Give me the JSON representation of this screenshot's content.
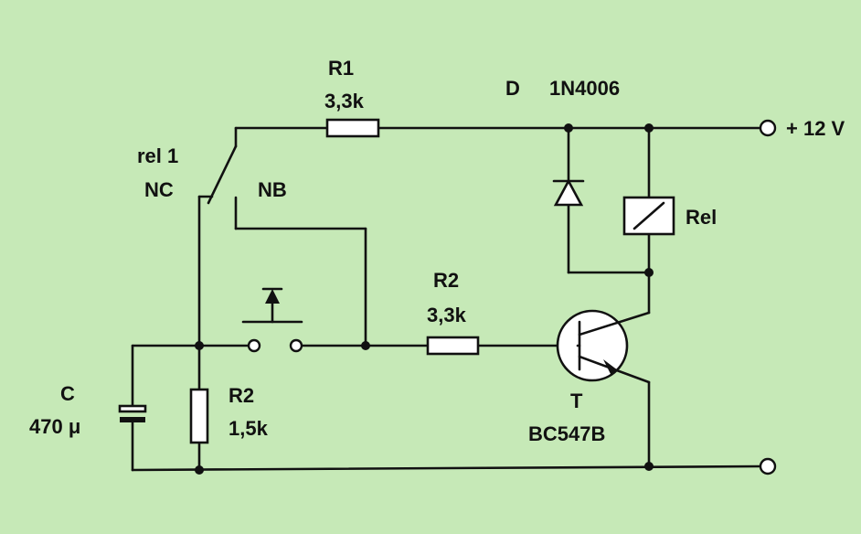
{
  "colors": {
    "background": "#c6e9b7",
    "ink": "#111111",
    "component_fill": "#ffffff"
  },
  "labels": {
    "r1_name": "R1",
    "r1_value": "3,3k",
    "diode_name": "D",
    "diode_part": "1N4006",
    "supply": "+ 12 V",
    "relay_contact_name": "rel 1",
    "relay_contact_nc": "NC",
    "relay_contact_nb": "NB",
    "relay_coil": "Rel",
    "r2_base_name": "R2",
    "r2_base_value": "3,3k",
    "cap_name": "C",
    "cap_value": "470 μ",
    "r2_low_name": "R2",
    "r2_low_value": "1,5k",
    "transistor_name": "T",
    "transistor_part": "BC547B"
  }
}
